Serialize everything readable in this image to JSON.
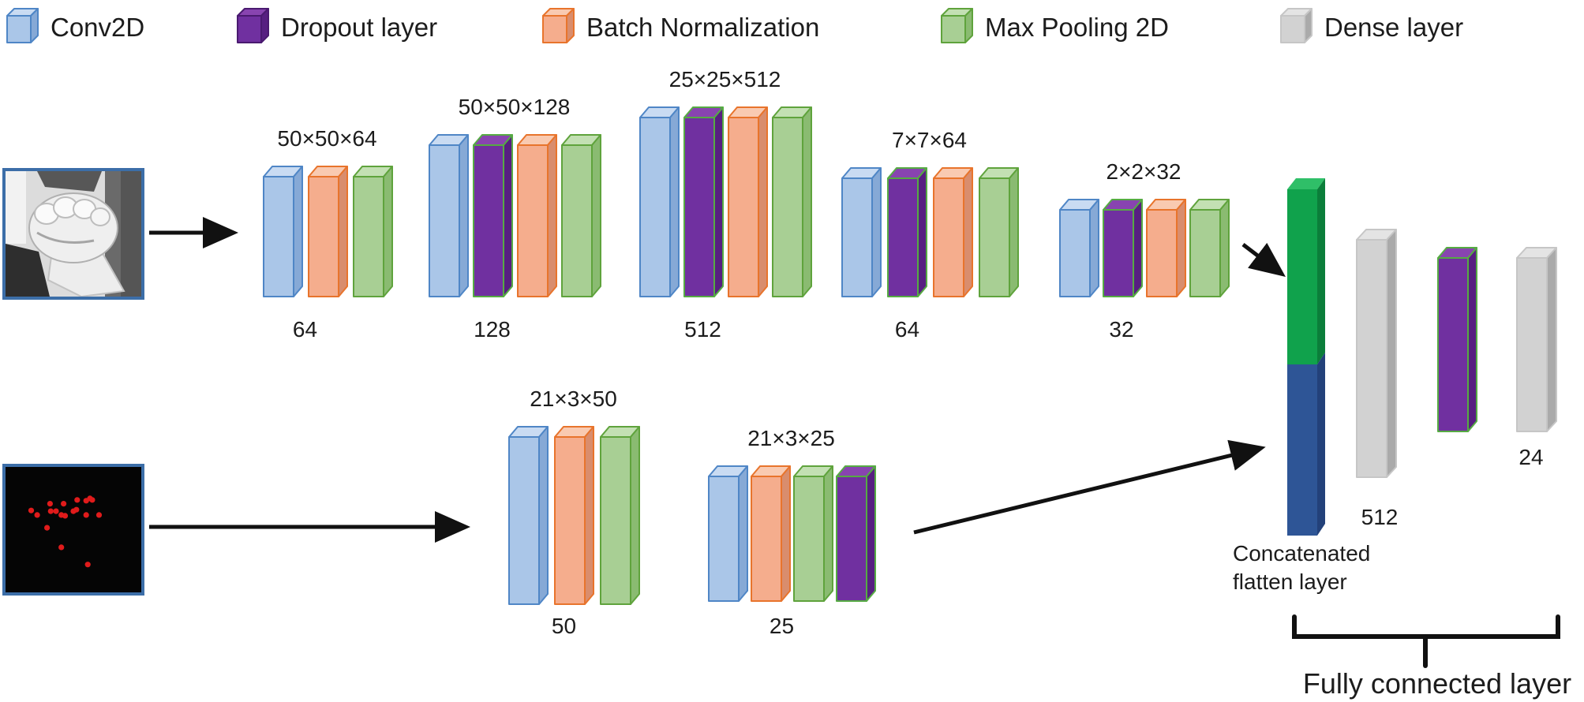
{
  "legend": {
    "items": [
      {
        "label": "Conv2D",
        "type": "conv"
      },
      {
        "label": "Dropout layer",
        "type": "dropout"
      },
      {
        "label": "Batch Normalization",
        "type": "batchnorm"
      },
      {
        "label": "Max Pooling 2D",
        "type": "maxpool"
      },
      {
        "label": "Dense layer",
        "type": "dense"
      }
    ]
  },
  "palette": {
    "conv": {
      "fill": "#aac6e8",
      "top": "#c9dbf2",
      "side": "#86a9d6",
      "border": "#4f86c6"
    },
    "batchnorm": {
      "fill": "#f5ad8d",
      "top": "#f9cab1",
      "side": "#d98d6d",
      "border": "#e8742c"
    },
    "maxpool": {
      "fill": "#a8cf94",
      "top": "#c3e0b3",
      "side": "#8abb71",
      "border": "#5fa33c"
    },
    "dropout": {
      "fill": "#7030a0",
      "top": "#8844b0",
      "side": "#571f81",
      "border": "#56ab43",
      "legend_border": "#4a1a70"
    },
    "dense": {
      "fill": "#d2d2d2",
      "top": "#e4e4e4",
      "side": "#aaaaaa",
      "border": "#c6c6c6"
    },
    "concat_green": {
      "fill": "#10a24c",
      "top": "#2fbf68",
      "side": "#0b7e3a"
    },
    "concat_blue": {
      "fill": "#2e5596",
      "side": "#23417a"
    },
    "arrow": "#111111",
    "image_border": "#3c6ea8",
    "keypoint": "#e01b1b"
  },
  "top_branch": {
    "groups": [
      {
        "dim": "50×50×64",
        "count": "64",
        "bars": [
          "conv",
          "batchnorm",
          "maxpool"
        ]
      },
      {
        "dim": "50×50×128",
        "count": "128",
        "bars": [
          "conv",
          "dropout",
          "batchnorm",
          "maxpool"
        ]
      },
      {
        "dim": "25×25×512",
        "count": "512",
        "bars": [
          "conv",
          "dropout",
          "batchnorm",
          "maxpool"
        ]
      },
      {
        "dim": "7×7×64",
        "count": "64",
        "bars": [
          "conv",
          "dropout",
          "batchnorm",
          "maxpool"
        ]
      },
      {
        "dim": "2×2×32",
        "count": "32",
        "bars": [
          "conv",
          "dropout",
          "batchnorm",
          "maxpool"
        ]
      }
    ]
  },
  "bottom_branch": {
    "groups": [
      {
        "dim": "21×3×50",
        "count": "50",
        "bars": [
          "conv",
          "batchnorm",
          "maxpool"
        ]
      },
      {
        "dim": "21×3×25",
        "count": "25",
        "bars": [
          "conv",
          "batchnorm",
          "maxpool",
          "dropout"
        ]
      }
    ]
  },
  "head": {
    "concat_line1": "Concatenated",
    "concat_line2": "flatten layer",
    "dense1_count": "512",
    "dense2_count": "24",
    "fc_label": "Fully connected layer"
  },
  "keypoint_dots": [
    [
      18.9,
      34.7
    ],
    [
      23.3,
      38.3
    ],
    [
      32.8,
      29.3
    ],
    [
      33.3,
      35.3
    ],
    [
      37.2,
      35.3
    ],
    [
      42.8,
      29.3
    ],
    [
      41.1,
      38.3
    ],
    [
      43.9,
      38.9
    ],
    [
      50.0,
      35.3
    ],
    [
      52.2,
      34.1
    ],
    [
      52.8,
      26.3
    ],
    [
      59.4,
      26.9
    ],
    [
      62.2,
      25.1
    ],
    [
      63.9,
      26.3
    ],
    [
      59.4,
      38.3
    ],
    [
      68.9,
      38.3
    ],
    [
      30.6,
      48.5
    ],
    [
      41.1,
      64.1
    ],
    [
      60.6,
      77.8
    ]
  ]
}
